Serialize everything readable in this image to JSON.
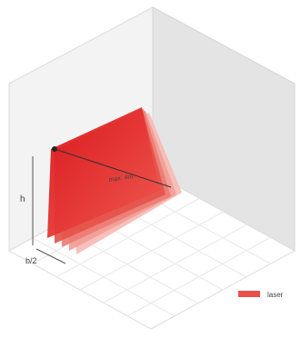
{
  "labels": {
    "height": "h",
    "half_width": "b/2",
    "max_angle": "max. 4m"
  },
  "legend": {
    "label": "laser",
    "swatch_color": "#e8322c"
  },
  "colors": {
    "laser_front": "#e01f1f",
    "laser_light": "#f4a29c",
    "wall_left": "#f2f2f2",
    "wall_right": "#e3e3e3",
    "floor": "#ffffff",
    "grid": "#e6e6e6",
    "edge": "#d9d9d9"
  }
}
